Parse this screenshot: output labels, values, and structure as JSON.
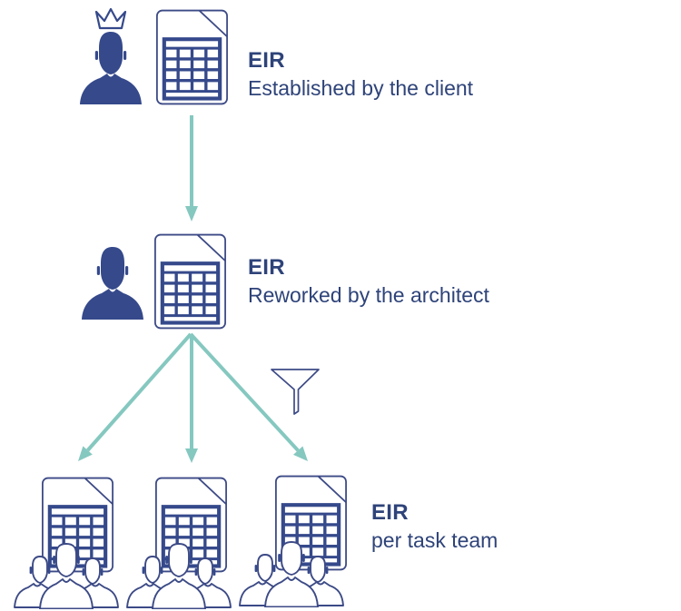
{
  "labels": {
    "client": {
      "title": "EIR",
      "subtitle": "Established by the client"
    },
    "architect": {
      "title": "EIR",
      "subtitle": "Reworked by the architect"
    },
    "task_team": {
      "title": "EIR",
      "subtitle": "per task team"
    }
  },
  "colors": {
    "navy_icon": "#35498b",
    "navy_outline": "#3c4a86",
    "teal_arrow": "#85c8c0",
    "text": "#2e4379",
    "background": "#ffffff"
  },
  "icons": {
    "client": "crowned-person-icon",
    "architect": "person-icon",
    "document": "document-with-table-icon",
    "filter": "funnel-icon",
    "team": "people-group-icon",
    "flow_down": "down-arrow",
    "flow_split": "three-way-fan-arrows"
  }
}
